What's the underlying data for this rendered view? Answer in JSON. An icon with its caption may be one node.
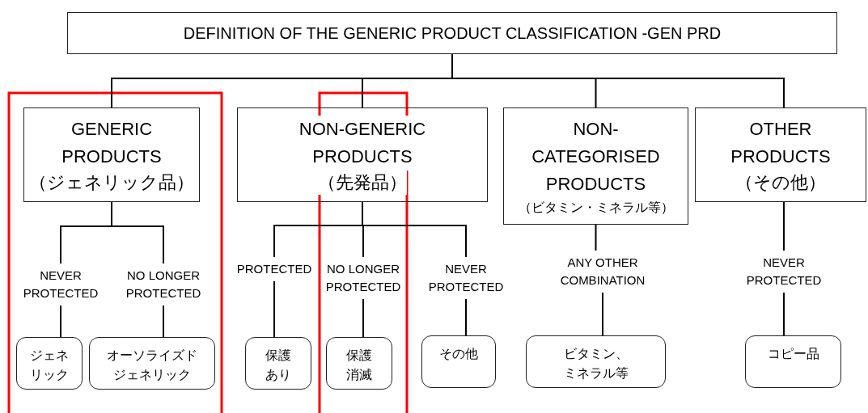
{
  "diagram": {
    "nodes": [
      {
        "text": [
          "DEFINITION OF THE GENERIC PRODUCT CLASSIFICATION -GEN PRD"
        ]
      },
      {
        "text": [
          "GENERIC PRODUCTS",
          "（ジェネリック品）"
        ]
      },
      {
        "text": [
          "NON-GENERIC PRODUCTS",
          "（先発品）"
        ]
      },
      {
        "text": [
          "NON-CATEGORISED PRODUCTS",
          "（ビタミン・ミネラル等）"
        ]
      },
      {
        "text": [
          "OTHER PRODUCTS",
          "（その他）"
        ]
      },
      {
        "text": [
          "NEVER PROTECTED"
        ]
      },
      {
        "text": [
          "NO LONGER PROTECTED"
        ]
      },
      {
        "text": [
          "ジェネリック"
        ]
      },
      {
        "text": [
          "オーソライズドジェネリック"
        ]
      },
      {
        "text": [
          "PROTECTED"
        ]
      },
      {
        "text": [
          "NO LONGER PROTECTED"
        ]
      },
      {
        "text": [
          "NEVER PROTECTED"
        ]
      },
      {
        "text": [
          "保護あり"
        ]
      },
      {
        "text": [
          "保護消滅"
        ]
      },
      {
        "text": [
          "その他"
        ]
      },
      {
        "text": [
          "ANY OTHER COMBINATION"
        ]
      },
      {
        "text": [
          "ビタミン、ミネラル等"
        ]
      },
      {
        "text": [
          "NEVER PROTECTED"
        ]
      },
      {
        "text": [
          "コピー品"
        ]
      }
    ],
    "edges": [
      {
        "from": 0,
        "to": 1,
        "arrow": "none"
      },
      {
        "from": 0,
        "to": 2,
        "arrow": "none"
      },
      {
        "from": 0,
        "to": 3,
        "arrow": "none"
      },
      {
        "from": 0,
        "to": 4,
        "arrow": "none"
      },
      {
        "from": 1,
        "to": 5,
        "arrow": "none"
      },
      {
        "from": 1,
        "to": 6,
        "arrow": "none"
      },
      {
        "from": 5,
        "to": 7,
        "arrow": "none"
      },
      {
        "from": 6,
        "to": 8,
        "arrow": "none"
      },
      {
        "from": 2,
        "to": 9,
        "arrow": "none"
      },
      {
        "from": 2,
        "to": 10,
        "arrow": "none"
      },
      {
        "from": 2,
        "to": 11,
        "arrow": "none"
      },
      {
        "from": 9,
        "to": 12,
        "arrow": "none"
      },
      {
        "from": 10,
        "to": 13,
        "arrow": "none"
      },
      {
        "from": 11,
        "to": 14,
        "arrow": "none"
      },
      {
        "from": 3,
        "to": 15,
        "arrow": "none"
      },
      {
        "from": 15,
        "to": 16,
        "arrow": "none"
      },
      {
        "from": 4,
        "to": 17,
        "arrow": "none"
      },
      {
        "from": 17,
        "to": 18,
        "arrow": "none"
      }
    ]
  }
}
